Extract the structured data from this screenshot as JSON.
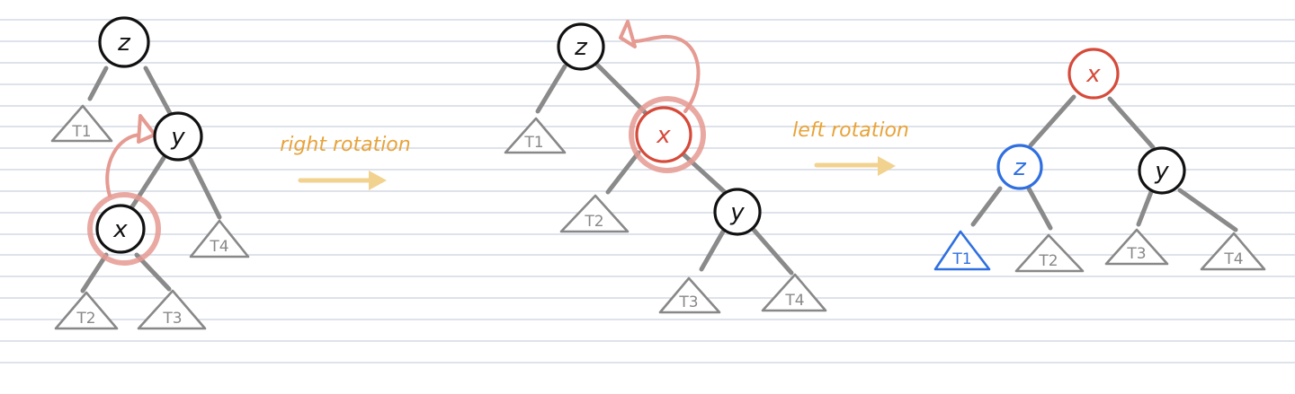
{
  "colors": {
    "ruled_line": "#c9d1de",
    "ink": "#111111",
    "edge_gray": "#8a8a8a",
    "subtree_gray": "#888888",
    "highlight_red": "#e59a92",
    "node_red": "#d64a3a",
    "node_blue": "#2f6fe0",
    "caption_orange": "#e8a33a",
    "arrow_yellow": "#f2d28f"
  },
  "captions": {
    "right_rotation": "right rotation",
    "left_rotation": "left rotation"
  },
  "diagrams": [
    {
      "nodes": [
        {
          "id": "z",
          "label": "z",
          "style": "black"
        },
        {
          "id": "y",
          "label": "y",
          "style": "black"
        },
        {
          "id": "x",
          "label": "x",
          "style": "black",
          "highlight": true
        }
      ],
      "subtrees": [
        "T1",
        "T4",
        "T2",
        "T3"
      ]
    },
    {
      "nodes": [
        {
          "id": "z",
          "label": "z",
          "style": "black"
        },
        {
          "id": "x",
          "label": "x",
          "style": "red",
          "highlight": true
        },
        {
          "id": "y",
          "label": "y",
          "style": "black"
        }
      ],
      "subtrees": [
        "T1",
        "T2",
        "T3",
        "T4"
      ]
    },
    {
      "nodes": [
        {
          "id": "x",
          "label": "x",
          "style": "red"
        },
        {
          "id": "z",
          "label": "z",
          "style": "blue"
        },
        {
          "id": "y",
          "label": "y",
          "style": "black"
        }
      ],
      "subtrees": [
        "T1",
        "T2",
        "T3",
        "T4"
      ]
    }
  ]
}
